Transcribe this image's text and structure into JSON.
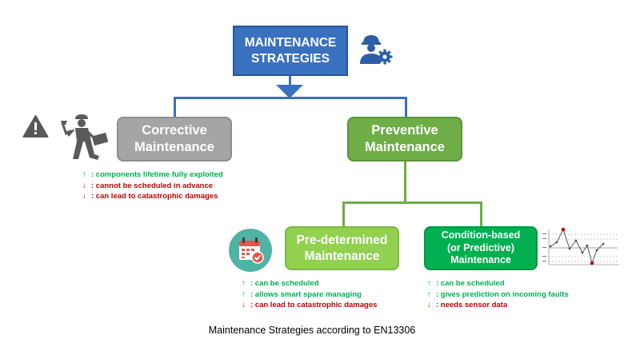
{
  "main": {
    "title_line1": "MAINTENANCE",
    "title_line2": "STRATEGIES"
  },
  "corrective": {
    "title_line1": "Corrective",
    "title_line2": "Maintenance",
    "notes": [
      {
        "sign": "↑",
        "text": ": components lifetime fully exploited"
      },
      {
        "sign": "↓",
        "text": ": cannot be scheduled in advance"
      },
      {
        "sign": "↓",
        "text": ": can lead to catastrophic damages"
      }
    ]
  },
  "preventive": {
    "title_line1": "Preventive",
    "title_line2": "Maintenance"
  },
  "predetermined": {
    "title_line1": "Pre-determined",
    "title_line2": "Maintenance",
    "notes": [
      {
        "sign": "↑",
        "text": ": can be scheduled"
      },
      {
        "sign": "↑",
        "text": ": allows smart spare managing"
      },
      {
        "sign": "↓",
        "text": ": can lead to catastrophic damages"
      }
    ]
  },
  "condition": {
    "title_line1": "Condition-based",
    "title_line2": "(or Predictive)",
    "title_line3": "Maintenance",
    "notes": [
      {
        "sign": "↑",
        "text": ": can be scheduled"
      },
      {
        "sign": "↑",
        "text": ": gives prediction on incoming faults"
      },
      {
        "sign": "↓",
        "text": ": needs sensor data"
      }
    ]
  },
  "caption": "Maintenance Strategies according to EN13306",
  "colors": {
    "main_blue": "#3a70c0",
    "corrective_gray": "#a5a5a5",
    "preventive_green": "#6fad47",
    "predetermined_green": "#92d050",
    "condition_green": "#00b050",
    "pro_green": "#00b050",
    "con_red": "#c00000"
  },
  "icons": [
    "worker-gear-icon",
    "warning-icon",
    "repair-worker-icon",
    "calendar-icon",
    "control-chart-icon"
  ]
}
